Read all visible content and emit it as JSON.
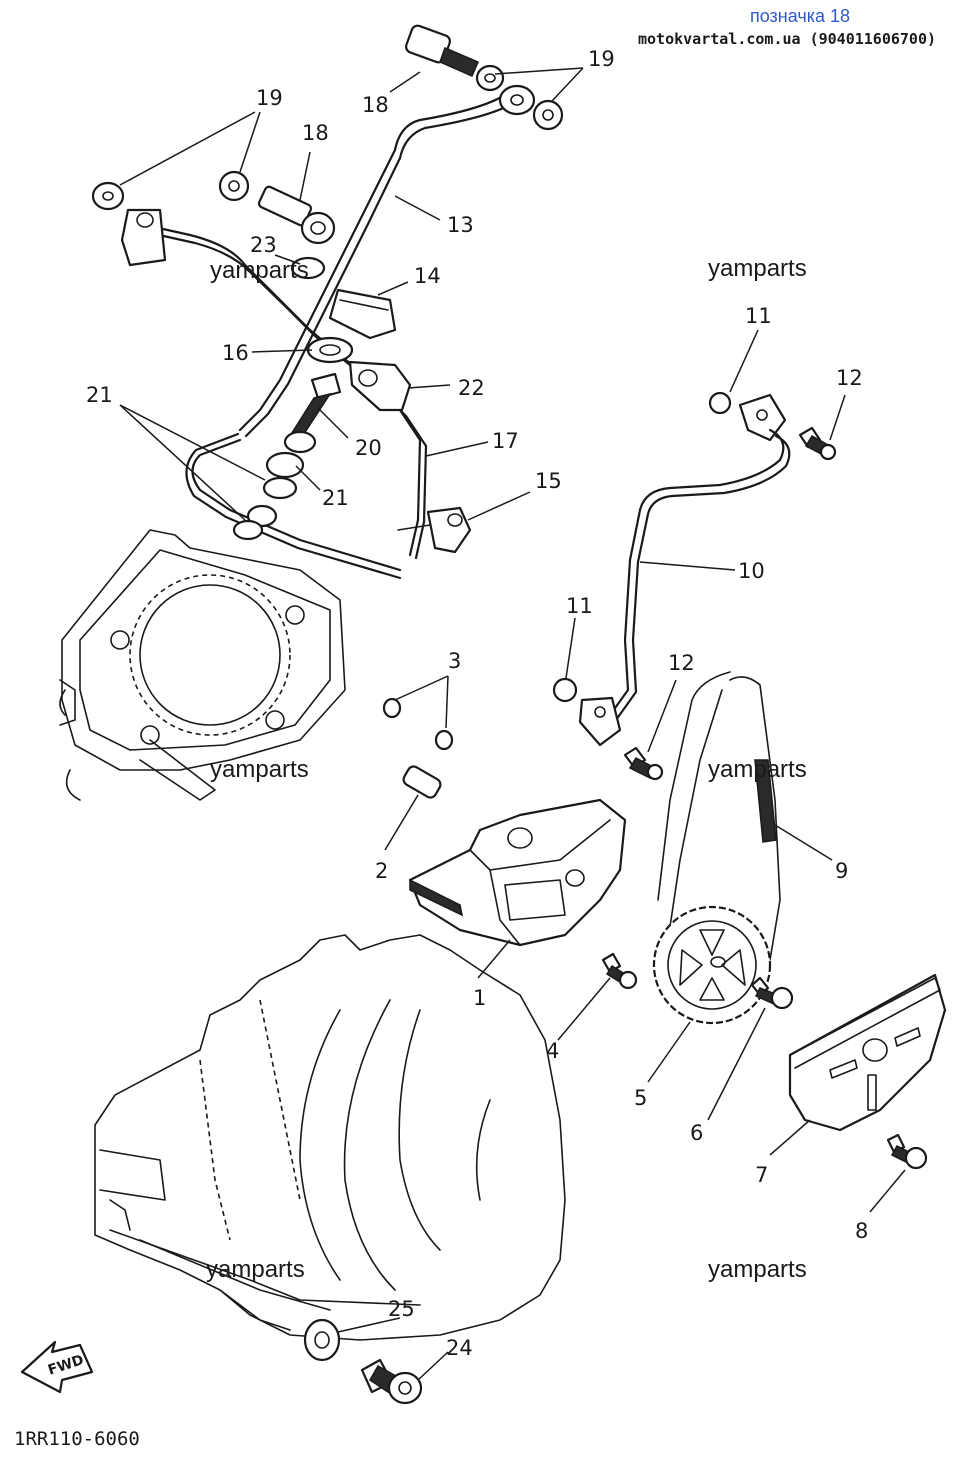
{
  "header": {
    "label": "позначка 18",
    "site": "motokvartal.com.ua (904011606700)"
  },
  "watermarks": [
    "yamparts",
    "yamparts",
    "yamparts",
    "yamparts",
    "yamparts",
    "yamparts"
  ],
  "callouts": [
    "1",
    "2",
    "3",
    "4",
    "5",
    "6",
    "7",
    "8",
    "9",
    "10",
    "11",
    "11",
    "12",
    "12",
    "13",
    "14",
    "15",
    "16",
    "17",
    "18",
    "18",
    "19",
    "19",
    "20",
    "21",
    "21",
    "22",
    "23",
    "24",
    "25"
  ],
  "fwd_label": "FWD",
  "diagram_code": "1RR110-6060",
  "colors": {
    "header_blue": "#2f58c8",
    "ink": "#1a1a1a"
  }
}
